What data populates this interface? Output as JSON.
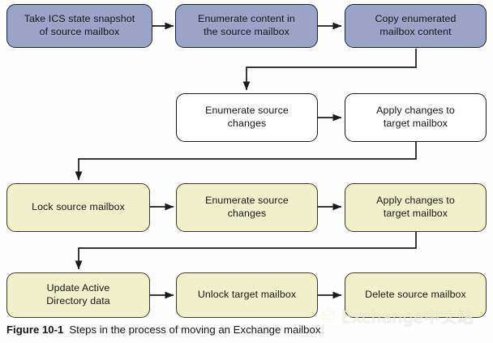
{
  "figure": {
    "caption_number": "Figure 10-1",
    "caption_text": "Steps in the process of moving an Exchange mailbox",
    "background_color": "#fdfdfd"
  },
  "palette": {
    "blue_fill": "#9ba4c6",
    "white_fill": "#ffffff",
    "yellow_fill": "#f0f1cb",
    "stroke": "#1b1b1b",
    "text": "#161616"
  },
  "diagram": {
    "type": "flowchart",
    "rows": [
      {
        "row_name": "row-1-snapshot-copy",
        "style": "blue",
        "nodes": [
          {
            "id": "take-ics-state-snapshot",
            "label": "Take ICS state snapshot\nof source mailbox"
          },
          {
            "id": "enumerate-content-source-mailbox",
            "label": "Enumerate content in\nthe source mailbox"
          },
          {
            "id": "copy-enumerated-mailbox-content",
            "label": "Copy enumerated\nmailbox content"
          }
        ]
      },
      {
        "row_name": "row-2-incremental-sync",
        "style": "white",
        "nodes": [
          {
            "id": "enumerate-source-changes-1",
            "label": "Enumerate source\nchanges"
          },
          {
            "id": "apply-changes-target-mailbox-1",
            "label": "Apply changes to\ntarget mailbox"
          }
        ]
      },
      {
        "row_name": "row-3-locked-sync",
        "style": "yellow",
        "nodes": [
          {
            "id": "lock-source-mailbox",
            "label": "Lock source mailbox"
          },
          {
            "id": "enumerate-source-changes-2",
            "label": "Enumerate source\nchanges"
          },
          {
            "id": "apply-changes-target-mailbox-2",
            "label": "Apply changes to\ntarget mailbox"
          }
        ]
      },
      {
        "row_name": "row-4-finalize",
        "style": "yellow",
        "nodes": [
          {
            "id": "update-active-directory-data",
            "label": "Update Active\nDirectory data"
          },
          {
            "id": "unlock-target-mailbox",
            "label": "Unlock target mailbox"
          },
          {
            "id": "delete-source-mailbox",
            "label": "Delete source mailbox"
          }
        ]
      }
    ],
    "connectors": [
      {
        "name": "arrow-snapshot-to-enumerate",
        "kind": "horizontal-arrow"
      },
      {
        "name": "arrow-enumerate-to-copy",
        "kind": "horizontal-arrow"
      },
      {
        "name": "arrow-copy-to-enumerate-changes",
        "kind": "elbow-down-left-arrow"
      },
      {
        "name": "arrow-enumerate-changes-to-apply-1",
        "kind": "horizontal-arrow"
      },
      {
        "name": "arrow-apply-1-to-lock-source",
        "kind": "elbow-down-left-arrow"
      },
      {
        "name": "arrow-lock-to-enumerate-changes-2",
        "kind": "horizontal-arrow"
      },
      {
        "name": "arrow-enumerate-changes-2-to-apply-2",
        "kind": "horizontal-arrow"
      },
      {
        "name": "arrow-apply-2-to-update-ad",
        "kind": "elbow-down-left-arrow"
      },
      {
        "name": "arrow-update-ad-to-unlock",
        "kind": "horizontal-arrow"
      },
      {
        "name": "arrow-unlock-to-delete",
        "kind": "horizontal-arrow"
      }
    ]
  },
  "watermark": {
    "text": "Exchange中文站",
    "logo_name": "smiley-sun-logo"
  }
}
